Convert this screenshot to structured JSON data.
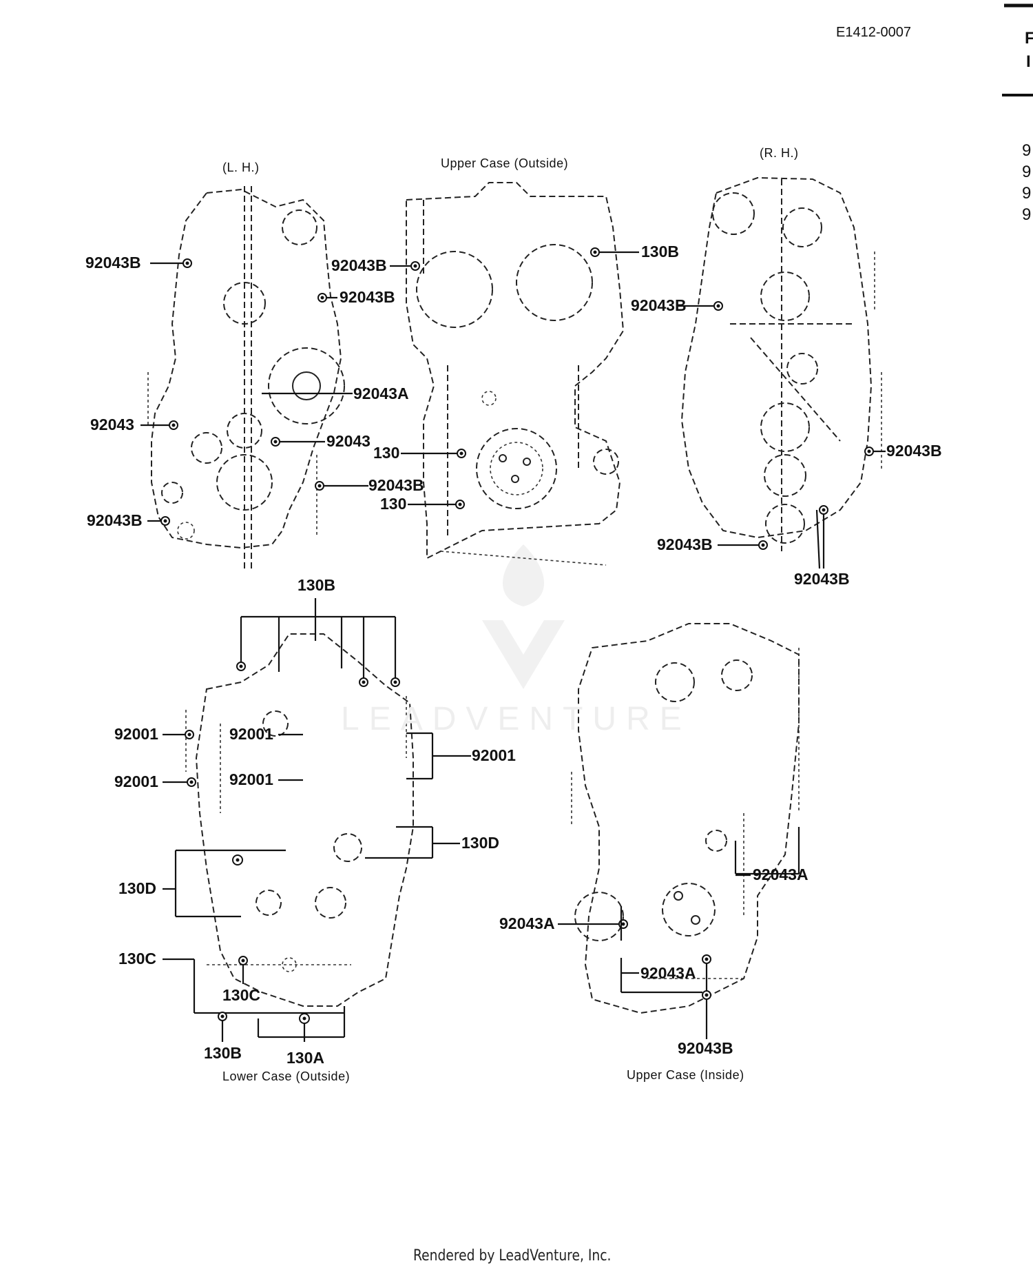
{
  "doc_code": "E1412-0007",
  "edge_text": {
    "line1": "F",
    "line2": "I",
    "list": [
      "9",
      "9",
      "9",
      "9"
    ]
  },
  "views": {
    "lh": {
      "caption": "(L. H.)"
    },
    "upper_outside": {
      "caption": "Upper Case (Outside)"
    },
    "rh": {
      "caption": "(R. H.)"
    },
    "lower_outside": {
      "caption": "Lower Case (Outside)"
    },
    "upper_inside": {
      "caption": "Upper Case (Inside)"
    }
  },
  "callouts": {
    "lh": [
      "92043B",
      "92043B",
      "92043A",
      "92043",
      "92043",
      "92043B",
      "92043B"
    ],
    "upper_outside": [
      "92043B",
      "130B",
      "130",
      "130"
    ],
    "rh": [
      "92043B",
      "92043B",
      "92043B",
      "92043B"
    ],
    "lower_outside": [
      "130B",
      "92001",
      "92001",
      "92001",
      "92001",
      "92001",
      "130D",
      "130D",
      "130C",
      "130C",
      "130B",
      "130A"
    ],
    "upper_inside": [
      "92043A",
      "92043A",
      "92043A",
      "92043B"
    ]
  },
  "watermark": {
    "brand": "LEADVENTURE"
  },
  "footer": "Rendered by LeadVenture, Inc."
}
